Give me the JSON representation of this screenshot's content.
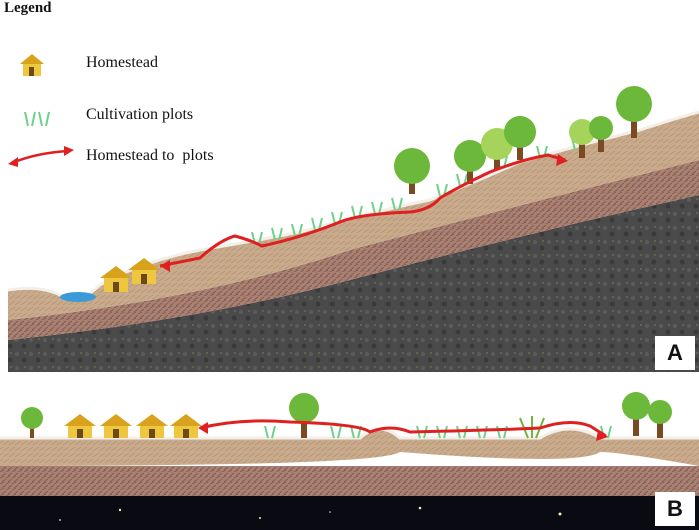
{
  "legend": {
    "title": "Legend",
    "items": [
      {
        "icon": "homestead-icon",
        "label": "Homestead"
      },
      {
        "icon": "cultivation-plots-icon",
        "label": "Cultivation plots"
      },
      {
        "icon": "red-double-arrow-icon",
        "label": "Homestead to  plots"
      }
    ]
  },
  "panels": [
    {
      "id": "A",
      "label": "A"
    },
    {
      "id": "B",
      "label": "B"
    }
  ],
  "colors": {
    "soil_top": "#c9ab8c",
    "soil_mid": "#a98072",
    "bedrock": "#4a4a4a",
    "water": "#3a9bd8",
    "route": "#e02020",
    "hut_roof": "#d9a21c",
    "hut_wall": "#efc640",
    "tree_canopy": "#6cb83a",
    "tree_trunk": "#7a4a22",
    "crop": "#6ed089",
    "night_band": "#0a0a12"
  }
}
